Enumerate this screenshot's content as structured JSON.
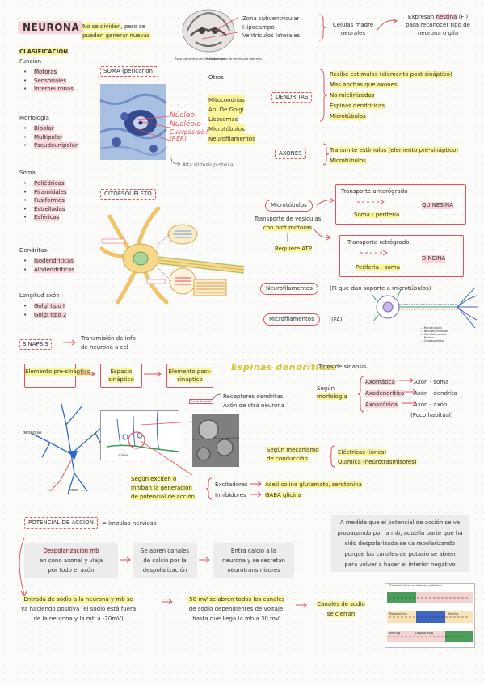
{
  "title": "NEURONA",
  "top": {
    "no_se_dividen_a": "No se dividen",
    "no_se_dividen_b": ", pero se",
    "no_se_dividen_c": "pueden generar nuevas",
    "brain_labels": [
      "Zona subventricular",
      "Hipocampo",
      "Ventrículos laterales"
    ],
    "brain_caption_left": "Zona subventricular del hipocampo",
    "brain_caption_right": "Recubrimiento de ventrículos laterales",
    "celulas_madre": [
      "Células madre",
      "neurales"
    ],
    "expresan_a": "Expresan",
    "expresan_b": "nestina",
    "expresan_c": "(FI)",
    "expresan_d": "para reconocer tipo de",
    "expresan_e": "neurona o glía"
  },
  "clasificacion": {
    "heading": "CLASIFICACIÓN",
    "funcion": {
      "label": "Función",
      "items": [
        "Motoras",
        "Sensoriales",
        "Interneuronas"
      ]
    },
    "morfologia": {
      "label": "Morfología",
      "items": [
        "Bipolar",
        "Multipolar",
        "Pseudounipolar"
      ]
    },
    "soma": {
      "label": "Soma",
      "items": [
        "Poliédricas",
        "Piramidales",
        "Fusiformes",
        "Estrelladas",
        "Esféricas"
      ]
    },
    "dendritas": {
      "label": "Dendritas",
      "items": [
        "Isodendríticas",
        "Alodendríticas"
      ]
    },
    "axon": {
      "label": "Longitud axón",
      "items": [
        "Golgi tipo I",
        "Golgi tipo 2"
      ]
    }
  },
  "soma_section": {
    "label": "SOMA (pericarion)",
    "otros": "Otros",
    "organelles": [
      "Mitocondrias",
      "Ap. De Golgi",
      "Lisosomas",
      "Microtúbulos",
      "Neurofilamentos"
    ],
    "micro_labels": [
      "Núcleo",
      "Nucléolo",
      "Cuerpos de Nissl",
      "(RER)"
    ],
    "alta_sintesis": "Alta síntesis proteica"
  },
  "dendritas_section": {
    "label": "DENDRITAS",
    "items": [
      "Recibe estímulos (elemento post-sináptico)",
      "Mas anchas que axones",
      "No mielinizadas",
      "Espinas dendríticas",
      "Microtúbulos"
    ]
  },
  "axones_section": {
    "label": "AXONES",
    "items": [
      "Transmite estímulos (elemento pre-sináptico)",
      "Microtúbulos"
    ]
  },
  "citoesqueleto": {
    "label": "CITOESQUELETO",
    "microtubulos": "Microtúbulos",
    "transporte": [
      "Transporte de vesículas",
      "con prot motoras"
    ],
    "requiere": "Requiere ATP",
    "anterogrado": "Transporte anterógrado",
    "kinesina": "QUINESINA",
    "soma_periferia": "Soma - periferia",
    "retrogrado": "Transporte retrógrado",
    "dineina": "DINEINA",
    "periferia_soma": "Periferia - soma",
    "neurofilamentos": "Neurofilamentos",
    "neurofilamentos_note": "(FI que dan soporte a microtúbulos)",
    "microfilamentos": "Microfilamentos",
    "microfilamentos_note": "(FA)",
    "legend": [
      "Microtúbulos",
      "Neurofilamentos",
      "Microfilamentos",
      "Núcleo",
      "Citoesqueleto"
    ]
  },
  "sinapsis": {
    "label": "SINAPSIS",
    "desc": [
      "Transmisión de info",
      "de neurona a cel"
    ],
    "flow": [
      "Elemento pre-sináptico",
      "Espacio sináptico",
      "Elemento post-sináptico"
    ],
    "espinas": "Espinas dendríticas",
    "receptores": "Receptores dendritas",
    "axon_otra": "Axón de otra neurona",
    "tipos": "Tipos de sinapsis",
    "segun_morf": [
      "Según",
      "morfología"
    ],
    "morf_types": [
      "Axomática",
      "Axodendrítica",
      "Axoaxónica"
    ],
    "morf_results": [
      "Axón - soma",
      "Axón - dendrita",
      "Axón - axón"
    ],
    "poco_habitual": "(Poco habitual)",
    "segun_mecanismo": [
      "Según mecanismo",
      "de conducción"
    ],
    "mecanismos": [
      "Eléctricas (iones)",
      "Química (neurotrasmisores)"
    ],
    "segun_exciten": [
      "Según exciten o",
      "inhiban la generación",
      "de potencial de acción"
    ],
    "excitadores": "Excitadores",
    "inhibidores": "Inhibidores",
    "exc_examples": "Acetilcolina glutamato, serotonina",
    "inh_examples": "GABA glicina",
    "fig_labels": [
      "dendritas",
      "axón",
      "spines",
      "Dendritic shaft"
    ]
  },
  "potencial": {
    "label": "POTENCIAL DE ACCIÓN",
    "impulso": "= impulso nervioso",
    "right_text": [
      "A medida que el potencial de acción se va",
      "propagando por la mb, aquella parte que ha",
      "sido despolarizada se va repolarizando",
      "porque los canales de potasio se abren",
      "para volver a hacer el interior negativo"
    ],
    "step1": [
      "Despolarización mb",
      "en cono axonal y viaja",
      "por todo el axón"
    ],
    "step2": [
      "Se abren canales",
      "de calcio por la",
      "despolarización"
    ],
    "step3": [
      "Entra calcio a la",
      "neurona y se secretan",
      "neurotransmisores"
    ],
    "step4": [
      "Entrada de sodio a la neurona y mb se",
      "va haciendo positiva (el sodio está fuera",
      "de la neurona y la mb a -70mV)"
    ],
    "step5": [
      "-50 mV se abren todos los canales",
      "de sodio dependientes de voltaje",
      "hasta que llega la mb a 30 mV"
    ],
    "step6": [
      "Canales de sodio",
      "se cierran"
    ],
    "diagram_labels": [
      "Direction of travel of action potential",
      "Repolarizing",
      "Resting",
      "Resting",
      "Depolarizing"
    ]
  }
}
